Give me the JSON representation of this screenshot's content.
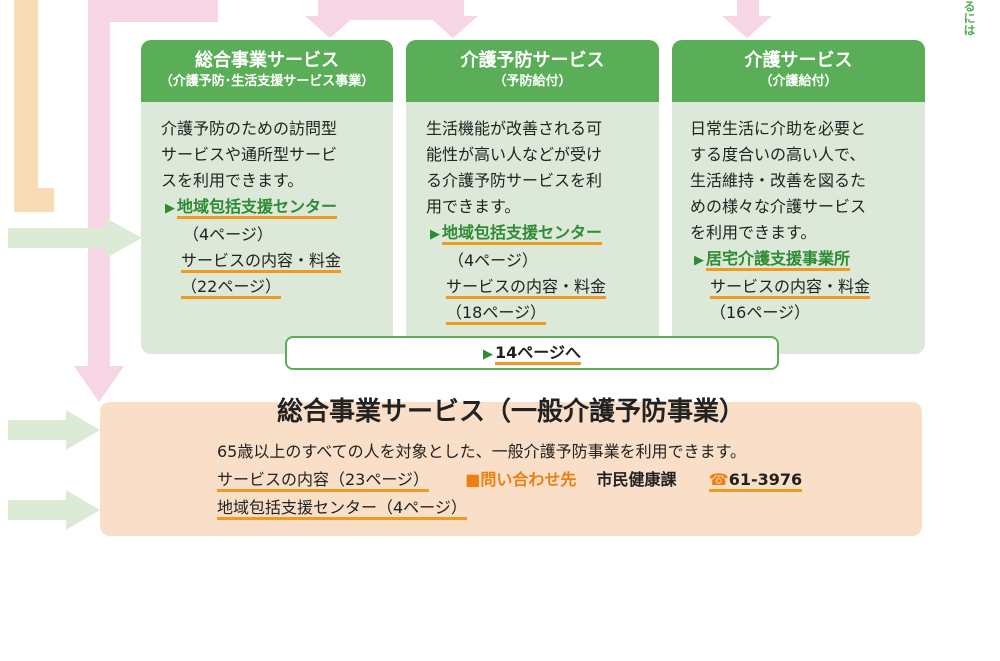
{
  "side_text": "るには",
  "cards": [
    {
      "title": "総合事業サービス",
      "subtitle": "（介護予防･生活支援サービス事業）",
      "desc": [
        "介護予防のための訪問型",
        "サービスや通所型サービ",
        "スを利用できます。"
      ],
      "link": "地域包括支援センター",
      "link_page": "（4ページ）",
      "content_label": "サービスの内容・料金",
      "content_page": "（22ページ）"
    },
    {
      "title": "介護予防サービス",
      "subtitle": "（予防給付）",
      "desc": [
        "生活機能が改善される可",
        "能性が高い人などが受け",
        "る介護予防サービスを利",
        "用できます。"
      ],
      "link": "地域包括支援センター",
      "link_page": "（4ページ）",
      "content_label": "サービスの内容・料金",
      "content_page": "（18ページ）"
    },
    {
      "title": "介護サービス",
      "subtitle": "（介護給付）",
      "desc": [
        "日常生活に介助を必要と",
        "する度合いの高い人で、",
        "生活維持・改善を図るた",
        "めの様々な介護サービス",
        "を利用できます。"
      ],
      "link": "居宅介護支援事業所",
      "content_label": "サービスの内容・料金",
      "content_page": "（16ページ）"
    }
  ],
  "page_link": "14ページへ",
  "general": {
    "title": "総合事業サービス（一般介護予防事業）",
    "desc": "65歳以上のすべての人を対象とした、一般介護予防事業を利用できます。",
    "content_link": "サービスの内容（23ページ）",
    "inquiry_label": "■問い合わせ先",
    "dept": "市民健康課",
    "phone_icon": "☎",
    "phone": "61-3976",
    "center_link": "地域包括支援センター（4ページ）"
  },
  "colors": {
    "green": "#5aae58",
    "card_bg": "#dde9d8",
    "orange": "#f29a1f",
    "panel_bg": "#f9dfc7",
    "pink": "#f6d6e4"
  }
}
